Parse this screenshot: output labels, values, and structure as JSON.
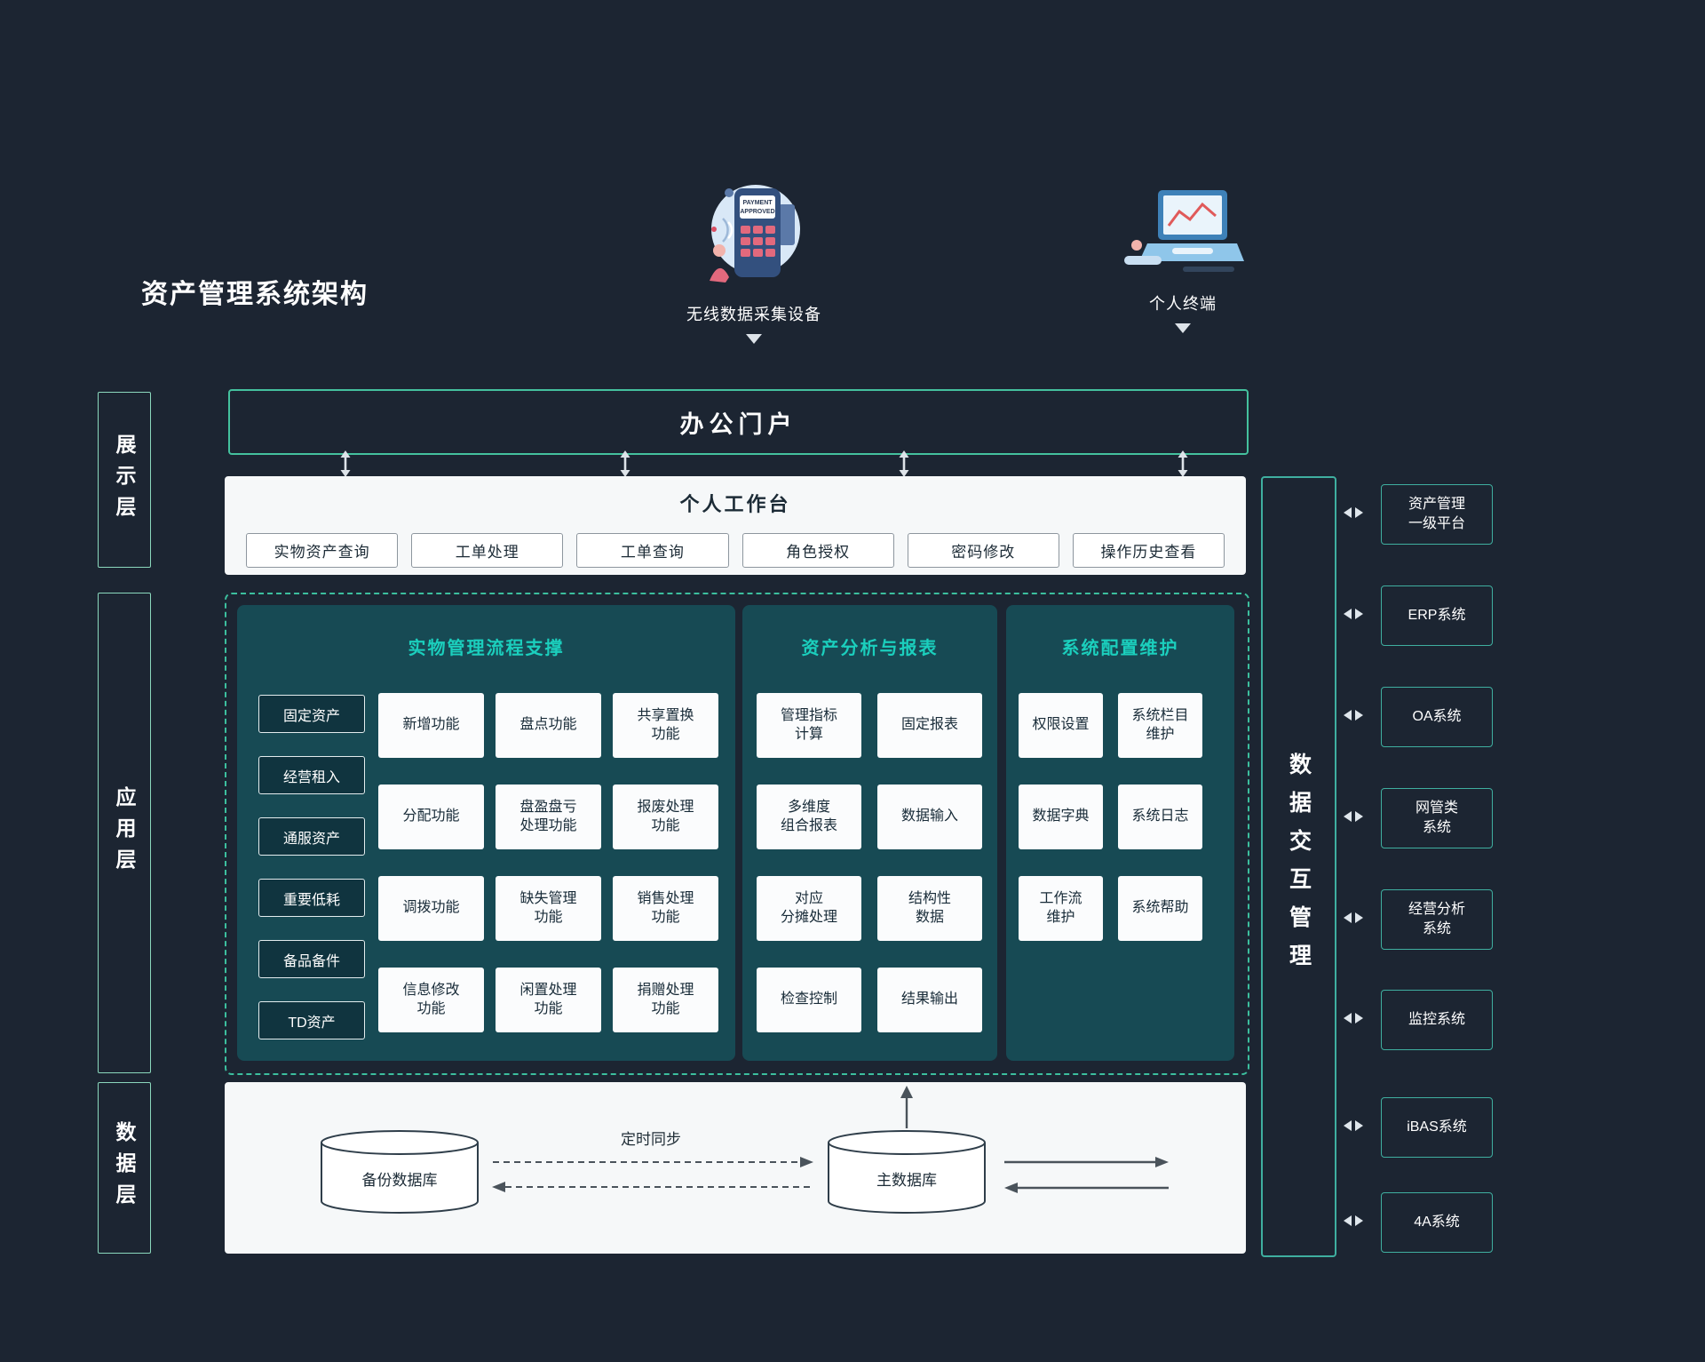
{
  "title": "资产管理系统架构",
  "devices": {
    "pos": {
      "label": "无线数据采集设备",
      "screen_text": "PAYMENT\nAPPROVED"
    },
    "laptop": {
      "label": "个人终端"
    }
  },
  "layers": {
    "presentation": "展示层",
    "application": "应用层",
    "data": "数据层"
  },
  "portal": {
    "title": "办公门户"
  },
  "workbench": {
    "title": "个人工作台",
    "items": [
      "实物资产查询",
      "工单处理",
      "工单查询",
      "角色授权",
      "密码修改",
      "操作历史查看"
    ]
  },
  "application": {
    "process_panel": {
      "title": "实物管理流程支撑",
      "asset_types": [
        "固定资产",
        "经营租入",
        "通服资产",
        "重要低耗",
        "备品备件",
        "TD资产"
      ],
      "functions": [
        "新增功能",
        "盘点功能",
        "共享置换\n功能",
        "分配功能",
        "盘盈盘亏\n处理功能",
        "报废处理\n功能",
        "调拨功能",
        "缺失管理\n功能",
        "销售处理\n功能",
        "信息修改\n功能",
        "闲置处理\n功能",
        "捐赠处理\n功能"
      ]
    },
    "analysis_panel": {
      "title": "资产分析与报表",
      "functions": [
        "管理指标\n计算",
        "固定报表",
        "多维度\n组合报表",
        "数据输入",
        "对应\n分摊处理",
        "结构性\n数据",
        "检查控制",
        "结果输出"
      ]
    },
    "config_panel": {
      "title": "系统配置维护",
      "functions": [
        "权限设置",
        "系统栏目\n维护",
        "数据字典",
        "系统日志",
        "工作流\n维护",
        "系统帮助"
      ]
    }
  },
  "data_layer": {
    "backup_db": "备份数据库",
    "main_db": "主数据库",
    "sync_label": "定时同步"
  },
  "exchange_bar": {
    "title": "数据交互管理"
  },
  "external_systems": [
    "资产管理\n一级平台",
    "ERP系统",
    "OA系统",
    "网管类\n系统",
    "经营分析\n系统",
    "监控系统",
    "iBAS系统",
    "4A系统"
  ],
  "colors": {
    "background": "#1c2532",
    "accent_teal": "#44c19e",
    "panel_bg": "#174a54",
    "panel_title": "#1bcfbd",
    "light_section": "#f6f8f9"
  }
}
